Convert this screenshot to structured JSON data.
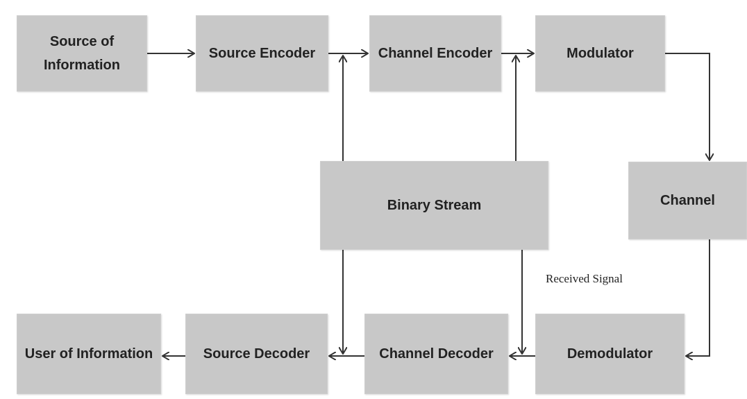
{
  "style": {
    "block_fill": "#c8c8c8",
    "line_color": "#333333",
    "background": "#ffffff"
  },
  "blocks": {
    "source_of_information": {
      "label": "Source of Information"
    },
    "source_encoder": {
      "label": "Source Encoder"
    },
    "channel_encoder": {
      "label": "Channel Encoder"
    },
    "modulator": {
      "label": "Modulator"
    },
    "channel": {
      "label": "Channel"
    },
    "binary_stream": {
      "label": "Binary Stream"
    },
    "demodulator": {
      "label": "Demodulator"
    },
    "channel_decoder": {
      "label": "Channel Decoder"
    },
    "source_decoder": {
      "label": "Source Decoder"
    },
    "user_of_information": {
      "label": "User of Information"
    }
  },
  "annotations": {
    "received_signal": "Received Signal"
  }
}
